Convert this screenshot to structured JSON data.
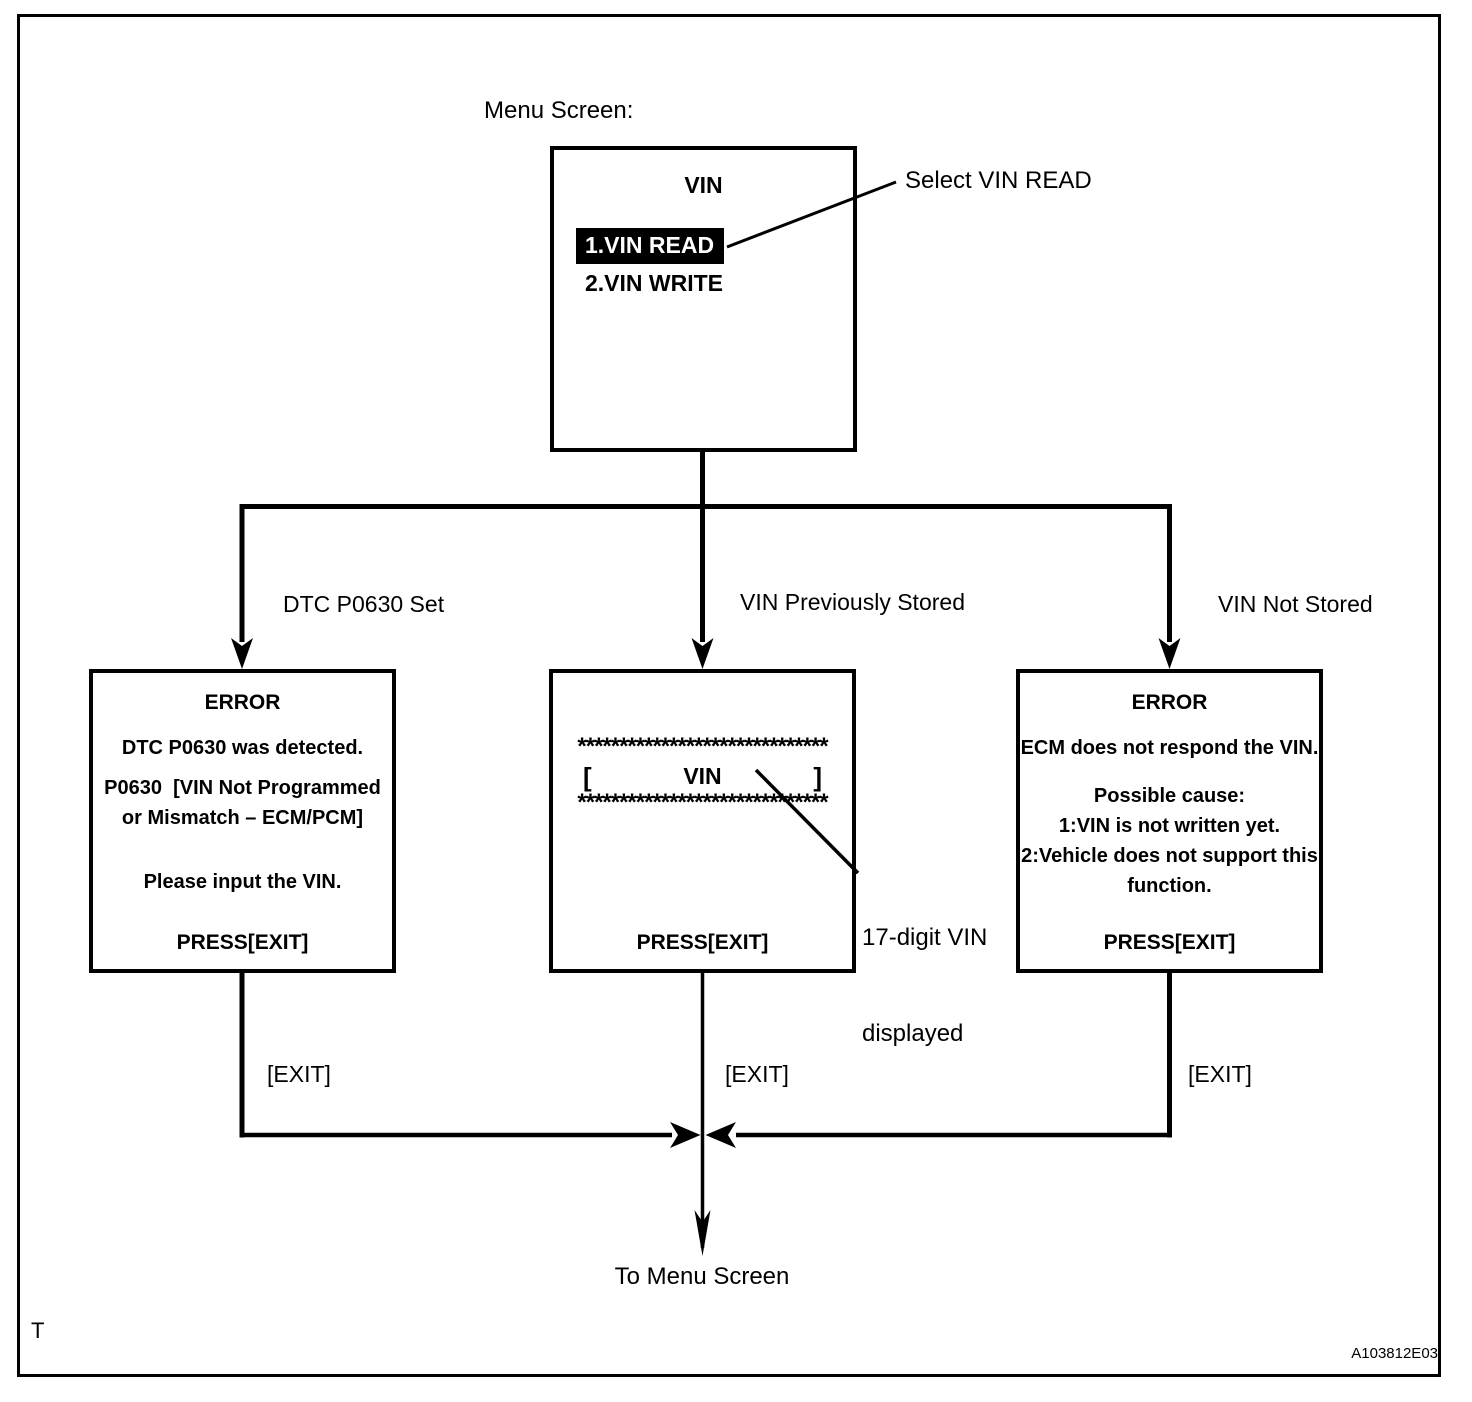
{
  "page": {
    "menu_screen_label": "Menu Screen:",
    "select_annotation": "Select VIN READ",
    "to_menu_label": "To Menu Screen",
    "figure_letter": "T",
    "figure_code": "A103812E03",
    "colors": {
      "ink": "#000000",
      "paper": "#ffffff"
    }
  },
  "menu_box": {
    "title": "VIN",
    "items": [
      {
        "label": "1.VIN READ",
        "highlighted": true
      },
      {
        "label": "2.VIN WRITE",
        "highlighted": false
      }
    ]
  },
  "branches": [
    {
      "label": "DTC P0630 Set",
      "exit_label": "[EXIT]"
    },
    {
      "label": "VIN Previously Stored",
      "exit_label": "[EXIT]"
    },
    {
      "label": "VIN Not Stored",
      "exit_label": "[EXIT]"
    }
  ],
  "boxes": {
    "error_dtc": {
      "title": "ERROR",
      "lines": [
        "DTC P0630 was detected.",
        "P0630  [VIN Not Programmed",
        "or Mismatch – ECM/PCM]",
        "Please input the VIN."
      ],
      "press_label": "PRESS[EXIT]"
    },
    "vin_display": {
      "stars_top": "******************************",
      "bracket_open": "[",
      "vin_label": "VIN",
      "bracket_close": "]",
      "stars_bottom": "******************************",
      "press_label": "PRESS[EXIT]",
      "annotation_line1": "17-digit VIN",
      "annotation_line2": "displayed"
    },
    "error_ecm": {
      "title": "ERROR",
      "lines": [
        "ECM does not respond the VIN.",
        "Possible cause:",
        "1:VIN is not written yet.",
        "2:Vehicle does not support this",
        "function."
      ],
      "press_label": "PRESS[EXIT]"
    }
  }
}
